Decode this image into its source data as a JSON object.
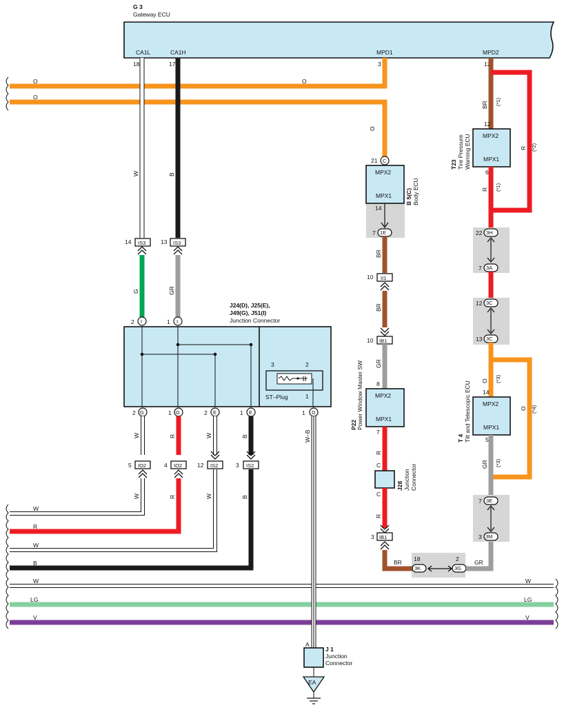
{
  "gateway": {
    "code": "G 3",
    "name": "Gateway ECU",
    "pins": [
      "CA1L",
      "CA1H",
      "MPD1",
      "MPD2"
    ],
    "nums": [
      "18",
      "17",
      "3",
      "12"
    ]
  },
  "left_wires": {
    "o1": "O",
    "o2": "O"
  },
  "wire_labels": {
    "W": "W",
    "B": "B",
    "G": "G",
    "GR": "GR",
    "O": "O",
    "R": "R",
    "BR": "BR",
    "WB": "W–B",
    "LG": "LG",
    "V": "V"
  },
  "connectors": {
    "IS3": "IS3",
    "IS2": "IS2",
    "IO2": "IO2",
    "II1": "II1",
    "IB1": "IB1"
  },
  "junction": {
    "codes": "J24(D), J25(E),",
    "codes2": "J49(G), J51(I)",
    "name": "Junction Connector",
    "st_plug": "ST–Plug"
  },
  "body_ecu": {
    "code": "B 5(C)",
    "name": "Body ECU",
    "mpx2": "MPX2",
    "mpx1": "MPX1"
  },
  "tpms": {
    "code": "T23",
    "name1": "Tire Pressure",
    "name2": "Warning ECU",
    "mpx2": "MPX2",
    "mpx1": "MPX1"
  },
  "pwm": {
    "code": "P22",
    "name": "Power Window Master SW",
    "mpx2": "MPX2",
    "mpx1": "MPX1"
  },
  "tilt": {
    "code": "T 4",
    "name": "Tilt and Telescopic ECU",
    "mpx2": "MPX2",
    "mpx1": "MPX1"
  },
  "j28": {
    "code": "J28",
    "name1": "Junction",
    "name2": "Connector",
    "pin": "C"
  },
  "j1": {
    "code": "J 1",
    "name1": "Junction",
    "name2": "Connector",
    "pin": "A",
    "ground": "EA"
  },
  "notes": {
    "n1": "(*1)",
    "n2": "(*2)",
    "n3": "(*3)",
    "n4": "(*4)"
  },
  "bottom_wires": [
    "W",
    "R",
    "W",
    "B",
    "W",
    "LG",
    "V"
  ],
  "colors": {
    "orange": "#f7941d",
    "black": "#1a1a1a",
    "red": "#ed1c24",
    "green": "#00a651",
    "gray": "#9e9e9e",
    "brown": "#a0522d",
    "lg": "#86cfa0",
    "violet": "#7b3f98",
    "ecu": "#c8e8f4"
  }
}
